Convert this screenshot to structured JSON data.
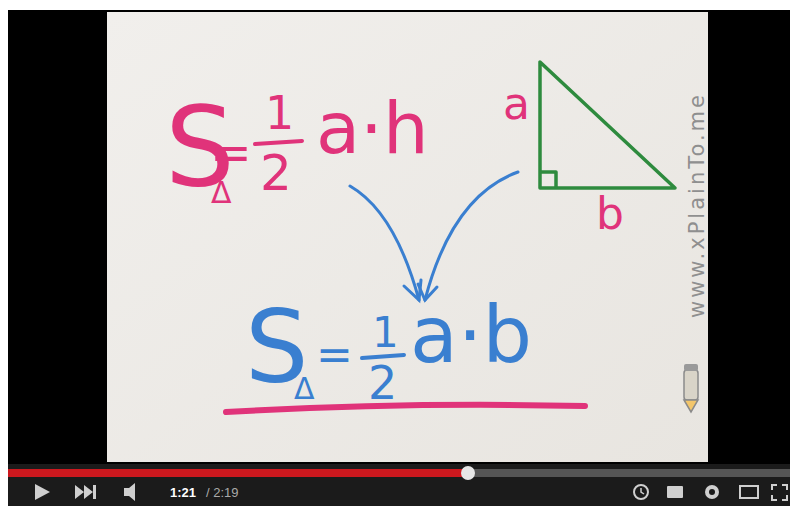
{
  "diagram": {
    "labels": [
      "S",
      "Δ",
      "=",
      "1",
      "2",
      "a·h",
      "a",
      "b",
      "S",
      "Δ",
      "=",
      "1",
      "2",
      "a·b",
      "www.xPlainTo.me",
      "1:21",
      "/ 2:19"
    ]
  }
}
